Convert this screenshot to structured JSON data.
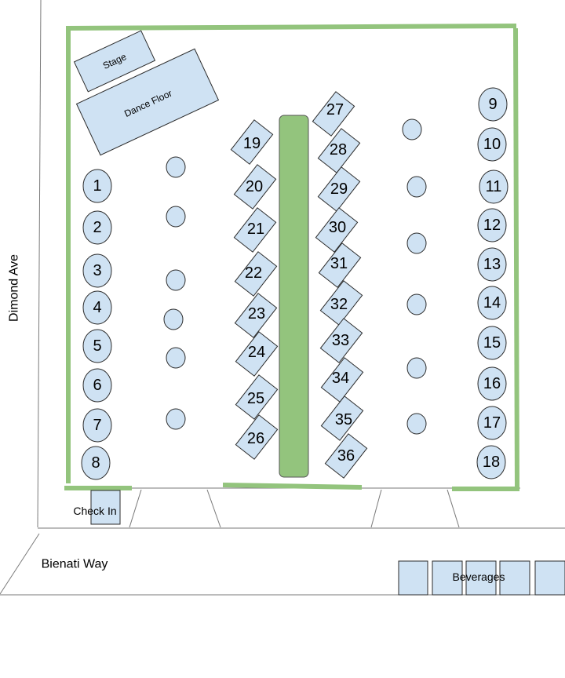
{
  "labels": {
    "stage": "Stage",
    "dance_floor": "Dance Floor",
    "check_in": "Check In",
    "street_left": "Dimond Ave",
    "street_bottom": "Bienati Way",
    "beverages": "Beverages"
  },
  "tables": {
    "left_round": [
      "1",
      "2",
      "3",
      "4",
      "5",
      "6",
      "7",
      "8"
    ],
    "right_round": [
      "9",
      "10",
      "11",
      "12",
      "13",
      "14",
      "15",
      "16",
      "17",
      "18"
    ],
    "rect_left": [
      "19",
      "20",
      "21",
      "22",
      "23",
      "24",
      "25",
      "26"
    ],
    "rect_right": [
      "27",
      "28",
      "29",
      "30",
      "31",
      "32",
      "33",
      "34",
      "35",
      "36"
    ]
  },
  "colors": {
    "table_fill": "#cfe2f3",
    "wall_green": "#93c47d",
    "center_bar": "#93c47d"
  }
}
